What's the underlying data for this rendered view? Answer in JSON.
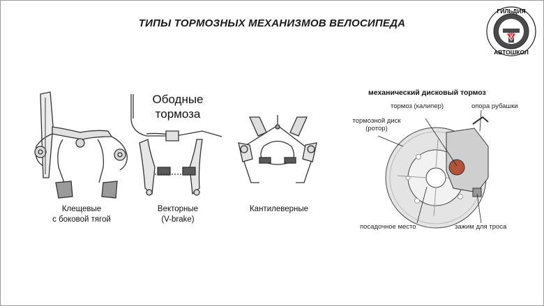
{
  "title": "ТИПЫ ТОРМОЗНЫХ МЕХАНИЗМОВ ВЕЛОСИПЕДА",
  "logo": {
    "top_text": "ГИЛЬДИЯ",
    "bottom_text": "АВТОШКОЛ",
    "center_letter": "У"
  },
  "brakes": {
    "side_pull": {
      "line1": "Клещевые",
      "line2": "с боковой тягой"
    },
    "v_brake": {
      "line1": "Векторные",
      "line2": "(V-brake)"
    },
    "rim_brakes": {
      "line1": "Ободные",
      "line2": "тормоза"
    },
    "cantilever": {
      "label": "Кантилеверные"
    }
  },
  "disc": {
    "title": "механический дисковый тормоз",
    "caliper": "тормоз (калипер)",
    "housing_stop": "опора рубашки",
    "rotor_line1": "тормозной диск",
    "rotor_line2": "(ротор)",
    "mount": "посадочное место",
    "cable_clamp": "зажим для троса"
  }
}
